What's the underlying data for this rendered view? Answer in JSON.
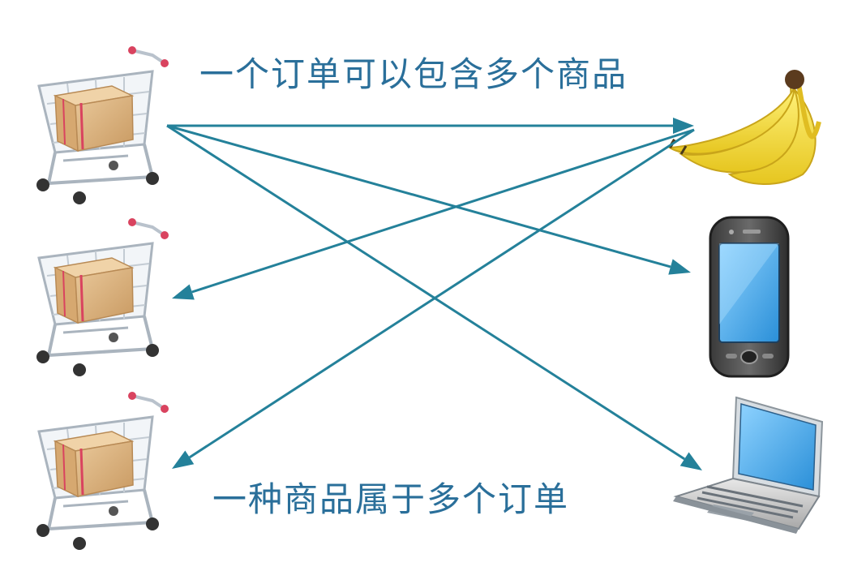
{
  "diagram": {
    "caption_top": "一个订单可以包含多个商品",
    "caption_bottom": "一种商品属于多个订单",
    "text_color": "#2a6f9a",
    "arrow_color": "#24819a",
    "nodes": {
      "orders": [
        {
          "id": "cart-1",
          "icon": "shopping-cart-with-box-icon"
        },
        {
          "id": "cart-2",
          "icon": "shopping-cart-with-box-icon"
        },
        {
          "id": "cart-3",
          "icon": "shopping-cart-with-box-icon"
        }
      ],
      "products": [
        {
          "id": "banana",
          "icon": "banana-icon"
        },
        {
          "id": "phone",
          "icon": "mobile-phone-icon"
        },
        {
          "id": "laptop",
          "icon": "laptop-icon"
        }
      ]
    },
    "edges": [
      {
        "from": "cart-1",
        "to": "banana"
      },
      {
        "from": "cart-1",
        "to": "phone"
      },
      {
        "from": "cart-1",
        "to": "laptop"
      },
      {
        "from": "banana",
        "to": "cart-2"
      },
      {
        "from": "banana",
        "to": "cart-3"
      }
    ]
  }
}
